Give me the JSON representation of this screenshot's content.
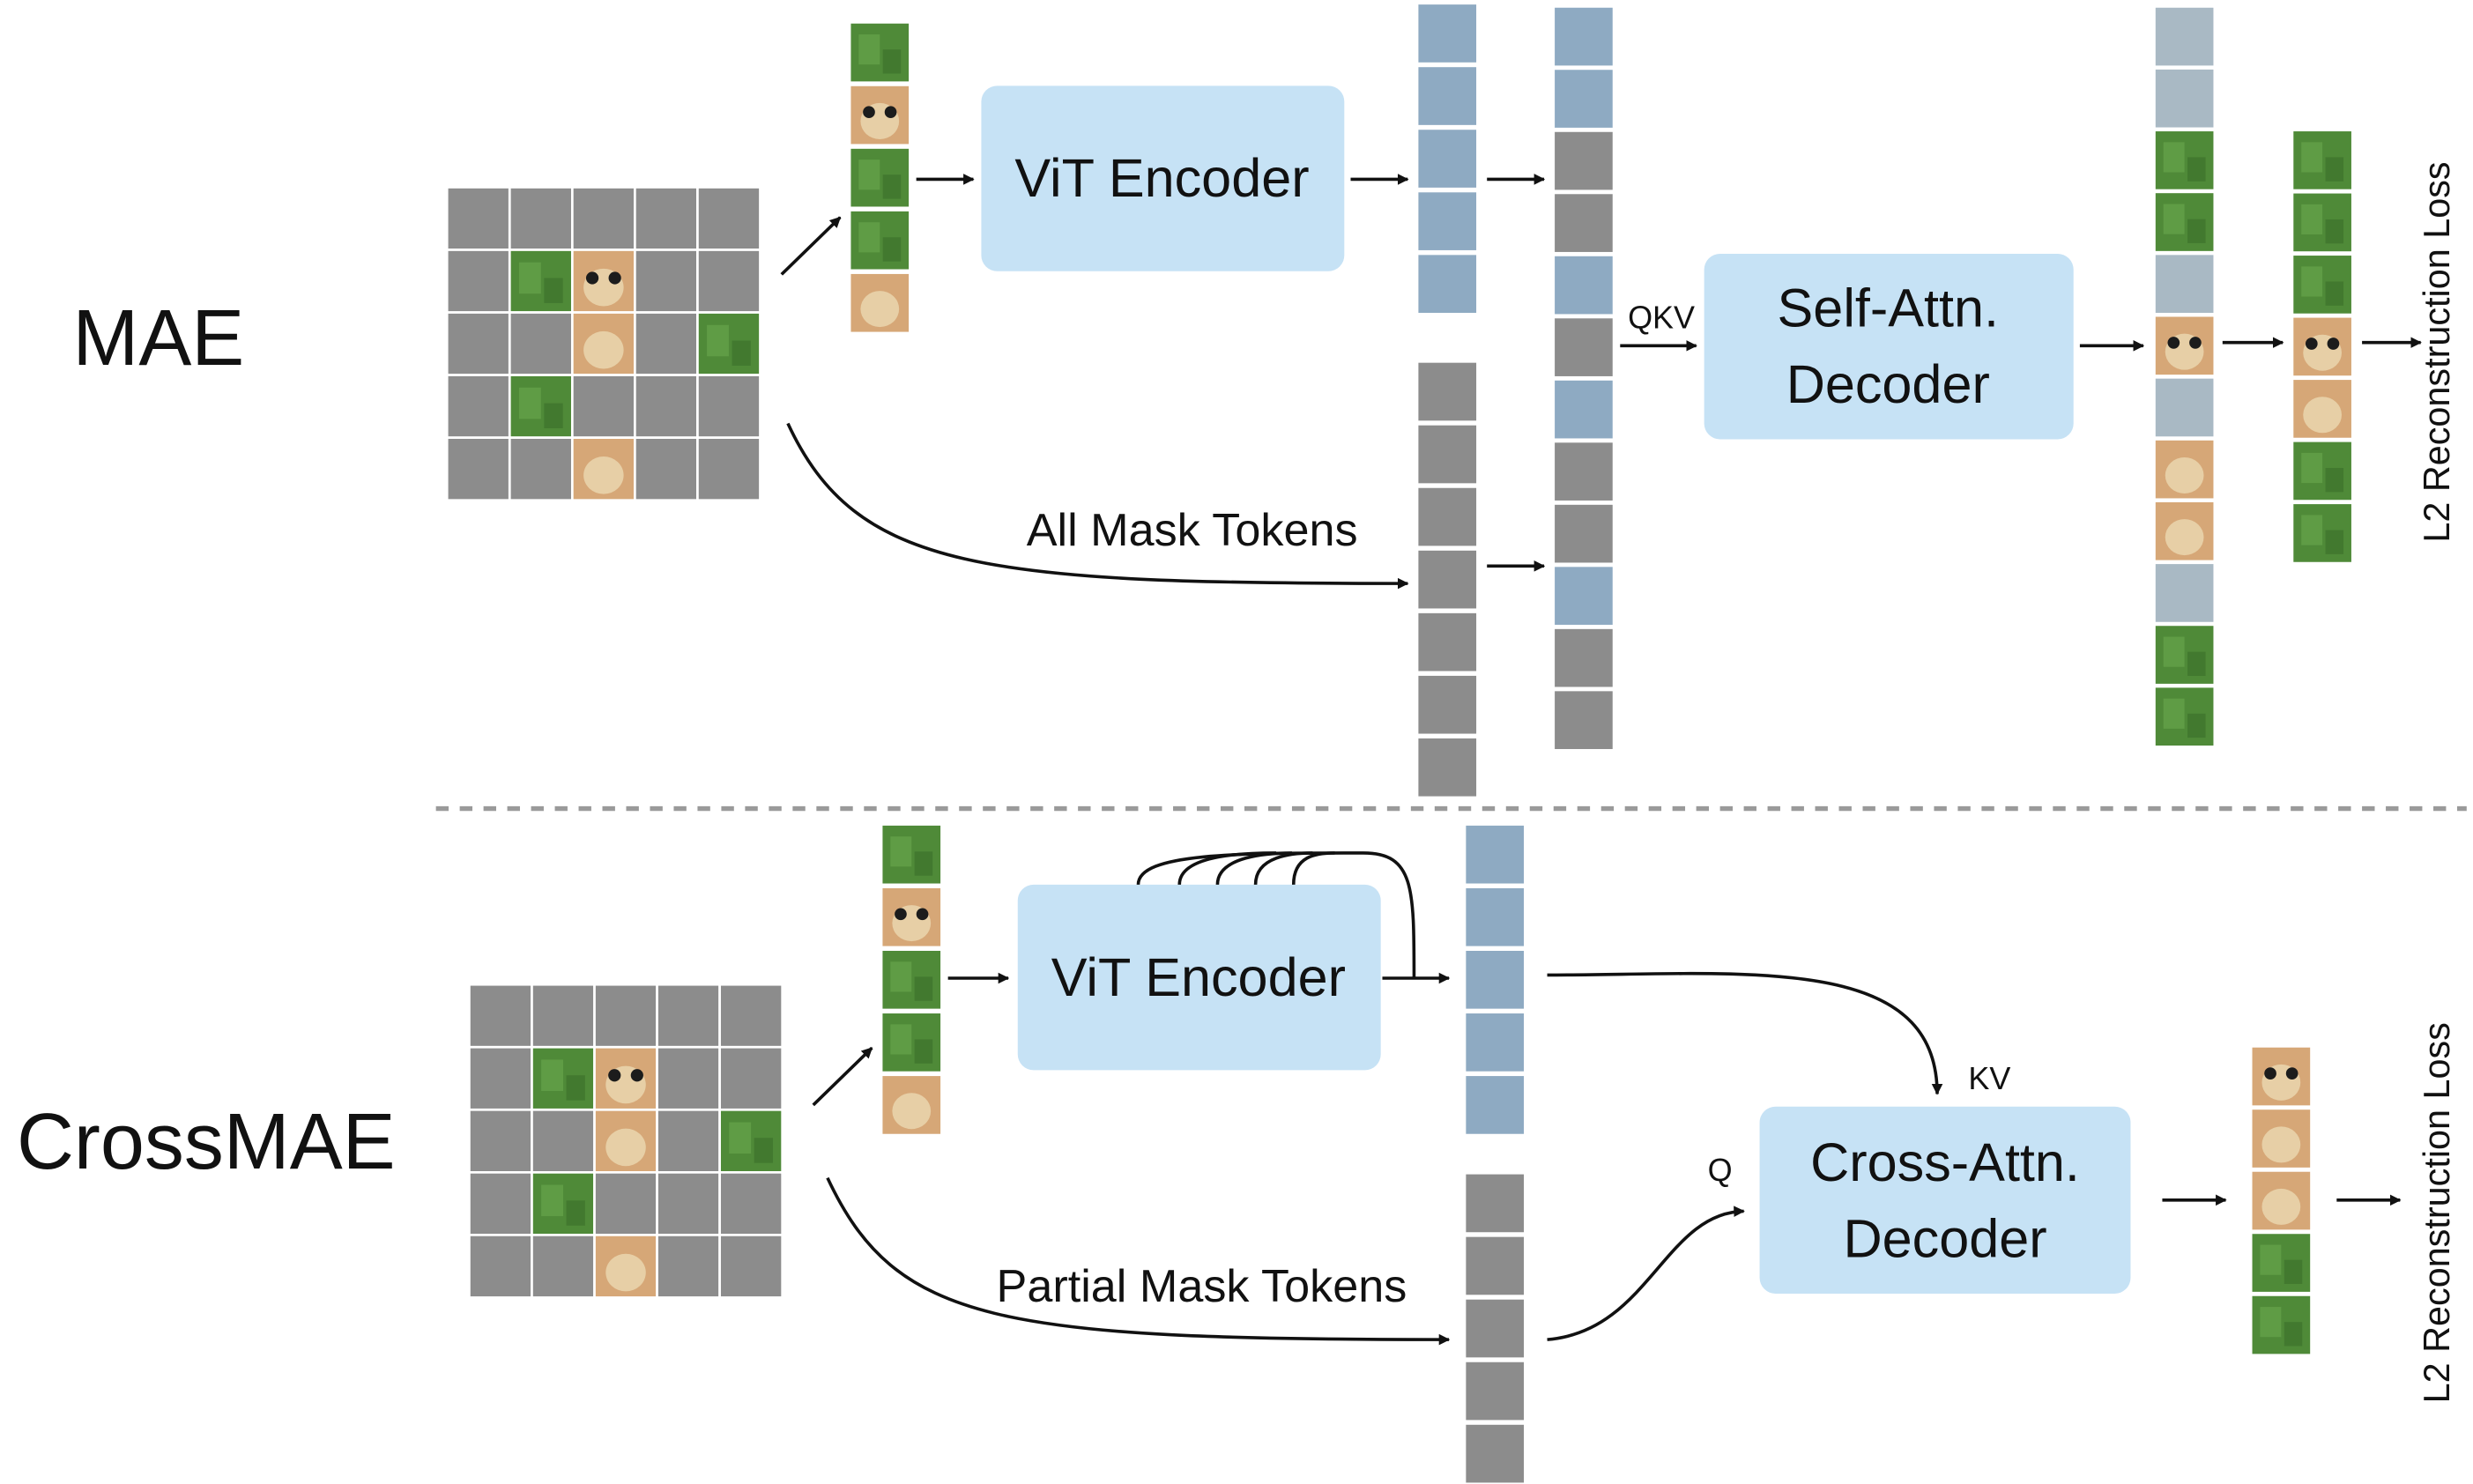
{
  "colors": {
    "mask_gray": "#8c8c8c",
    "token_blue": "#8eaac2",
    "box_blue": "#c6e2f5",
    "grass": "#4f8a38",
    "cat": "#d6a777",
    "cat_face": "#e7cfa6",
    "arrow": "#111111",
    "divider": "#9a9a9a"
  },
  "mae": {
    "row_label": "MAE",
    "encoder_label": "ViT Encoder",
    "decoder_label_line1": "Self-Attn.",
    "decoder_label_line2": "Decoder",
    "qkv_label": "QKV",
    "mask_tokens_label": "All Mask Tokens",
    "loss_label": "L2 Reconstruction Loss"
  },
  "crossmae": {
    "row_label": "CrossMAE",
    "encoder_label": "ViT Encoder",
    "decoder_label_line1": "Cross-Attn.",
    "decoder_label_line2": "Decoder",
    "kv_label": "KV",
    "q_label": "Q",
    "mask_tokens_label": "Partial Mask Tokens",
    "loss_label": "L2 Reconstruction Loss"
  }
}
